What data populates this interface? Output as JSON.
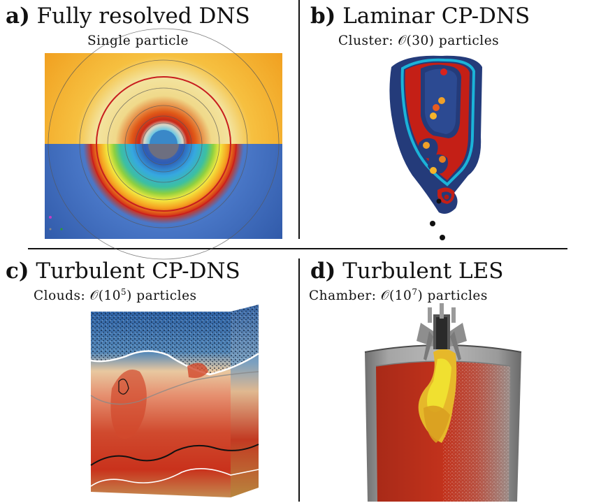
{
  "panels": {
    "a": {
      "tag": "a)",
      "title": "Fully resolved DNS",
      "subtitle": "Single particle"
    },
    "b": {
      "tag": "b)",
      "title": "Laminar CP-DNS",
      "subtitle_prefix": "Cluster: ",
      "order_symbol": "𝒪",
      "subtitle_count": "(30)",
      "subtitle_suffix": " particles"
    },
    "c": {
      "tag": "c)",
      "title": "Turbulent CP-DNS",
      "subtitle_prefix": "Clouds: ",
      "order_symbol": "𝒪",
      "subtitle_base": "(10",
      "subtitle_exp": "5",
      "subtitle_close": ")",
      "subtitle_suffix": " particles"
    },
    "d": {
      "tag": "d)",
      "title": "Turbulent LES",
      "subtitle_prefix": "Chamber: ",
      "order_symbol": "𝒪",
      "subtitle_base": "(10",
      "subtitle_exp": "7",
      "subtitle_close": ")",
      "subtitle_suffix": " particles"
    }
  },
  "colors": {
    "hot_orange": "#f3a21c",
    "cold_blue": "#2f58a8",
    "red": "#c9261c",
    "yellow": "#f5e53a",
    "gray": "#8a8a8a"
  }
}
